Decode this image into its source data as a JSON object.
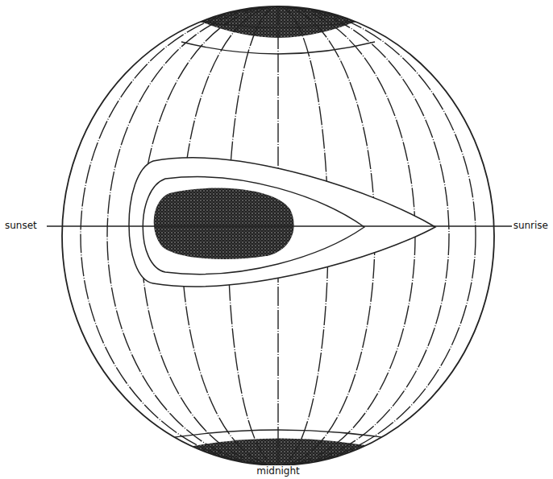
{
  "diagram": {
    "labels": [
      "sunset",
      "sunrise",
      "midnight"
    ]
  }
}
